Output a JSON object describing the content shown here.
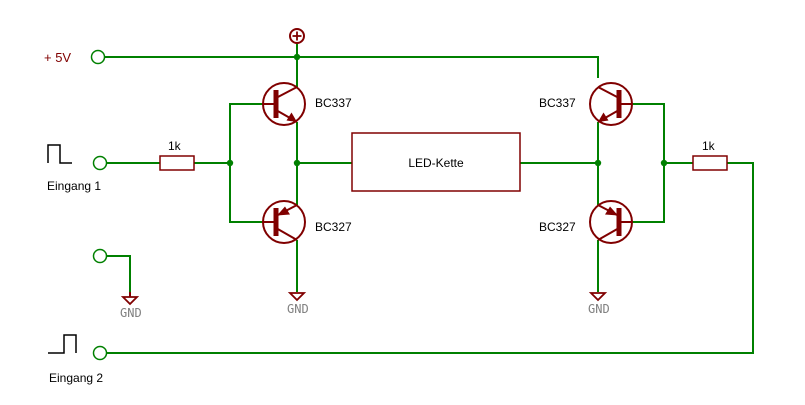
{
  "supply": {
    "label": "+ 5V",
    "symbol": "+"
  },
  "inputs": [
    {
      "label": "Eingang  1"
    },
    {
      "label": "Eingang  2"
    }
  ],
  "resistors": [
    {
      "value": "1k"
    },
    {
      "value": "1k"
    }
  ],
  "transistors": {
    "npn_left": "BC337",
    "pnp_left": "BC327",
    "npn_right": "BC337",
    "pnp_right": "BC327"
  },
  "load": {
    "label": "LED-Kette"
  },
  "grounds": {
    "label": "GND"
  },
  "colors": {
    "wire": "#008000",
    "component": "#800000",
    "ground_text": "#808080",
    "text": "#000000",
    "supply_text": "#800000"
  }
}
